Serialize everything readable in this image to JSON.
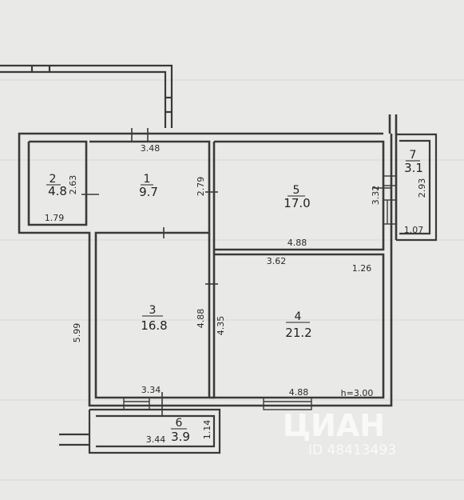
{
  "rooms": [
    {
      "number": "1",
      "area": "9.7"
    },
    {
      "number": "2",
      "area": "4.8"
    },
    {
      "number": "3",
      "area": "16.8"
    },
    {
      "number": "4",
      "area": "21.2"
    },
    {
      "number": "5",
      "area": "17.0"
    },
    {
      "number": "6",
      "area": "3.9"
    },
    {
      "number": "7",
      "area": "3.1"
    }
  ],
  "dimensions": {
    "room1_top": "3.48",
    "room1_right": "2.79",
    "room2_left": "2.63",
    "room2_bottom": "1.79",
    "room5_right": "3.32",
    "room5_bottom": "4.88",
    "room7_right": "2.93",
    "room7_bottom": "1.07",
    "room4_top": "3.62",
    "room4_top_right": "1.26",
    "room3_right": "4.88",
    "room4_left": "4.35",
    "outer_left": "5.99",
    "room3_bottom": "3.34",
    "room4_bottom": "4.88",
    "ceiling_height": "h=3.00",
    "room6_bottom": "3.44",
    "room6_right": "1.14"
  },
  "watermark": {
    "brand": "ЦИАН",
    "id": "ID 48413493"
  },
  "colors": {
    "paper": "#e9e9e7",
    "wall": "#3a3a3a",
    "ink": "#2b2b2b"
  }
}
